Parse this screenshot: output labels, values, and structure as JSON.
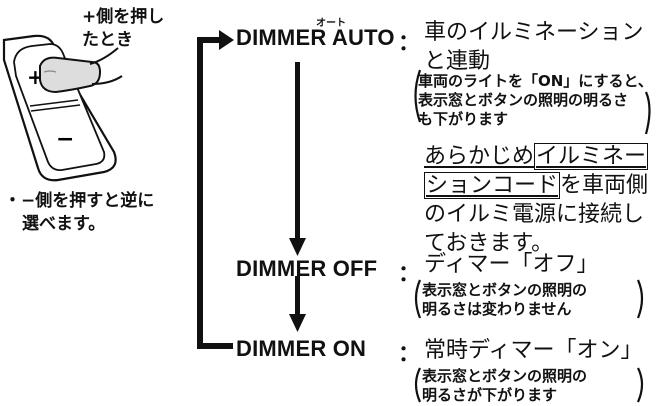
{
  "button_illustration": {
    "caption_line1": "+側を押し",
    "caption_line2": "たとき",
    "plus_label": "+",
    "minus_label": "−"
  },
  "side_note": {
    "line1": "・−側を押すと逆に",
    "line2": "選べます。"
  },
  "modes": [
    {
      "name": "DIMMER AUTO",
      "ruby": "オート",
      "colon": "：",
      "desc_line1": "車のイルミネーション",
      "desc_line2": "と連動",
      "note_line1": "車両のライトを「ON」にすると、",
      "note_line2": "表示窓とボタンの照明の明るさ",
      "note_line3": "も下がります",
      "extra_pre1": "あらかじめ",
      "extra_box1": "イルミネー",
      "extra_box2": "ションコード",
      "extra_post2": "を車両側",
      "extra_line3": "のイルミ電源に接続し",
      "extra_line4": "ておきます。"
    },
    {
      "name": "DIMMER OFF",
      "colon": "：",
      "desc": "ディマー「オフ」",
      "note_line1": "表示窓とボタンの照明の",
      "note_line2": "明るさは変わりません"
    },
    {
      "name": "DIMMER ON",
      "colon": "：",
      "desc": "常時ディマー「オン」",
      "note_line1": "表示窓とボタンの照明の",
      "note_line2": "明るさが下がります"
    }
  ]
}
